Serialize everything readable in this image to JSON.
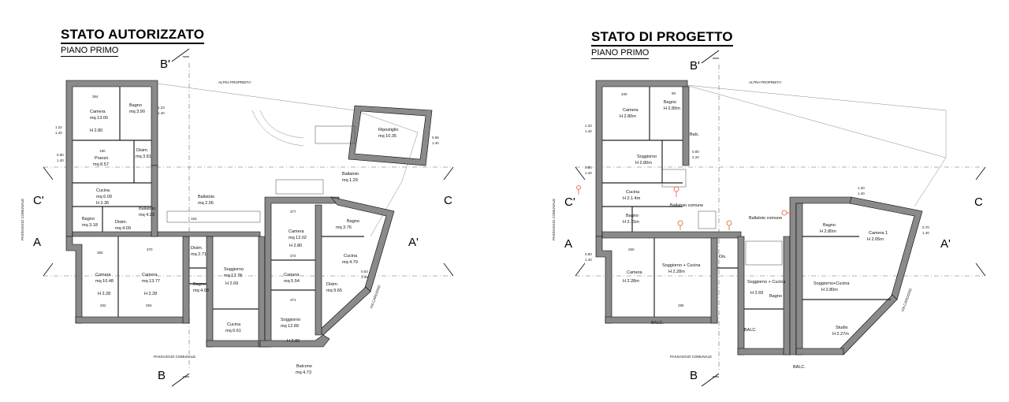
{
  "left": {
    "title": "STATO AUTORIZZATO",
    "subtitle": "PIANO PRIMO",
    "top_label": "ALTRA PROPRIETA'",
    "bottom_label": "PASSAGGIO COMUNALE",
    "left_side_label": "PASSAGGIO COMUNALE",
    "right_side_label": "VIA CAROGNO",
    "sections": {
      "B_top": "B'",
      "B_bottom": "B",
      "C_left": "C'",
      "C_right": "C",
      "A_left": "A",
      "A_right": "A'"
    },
    "rooms": [
      {
        "name": "Camera",
        "area": "mq 13.00",
        "height": "H 2.80"
      },
      {
        "name": "Bagno",
        "area": "mq 3.90",
        "height": ""
      },
      {
        "name": "Disim.",
        "area": "mq 3.81",
        "height": ""
      },
      {
        "name": "Pranzo",
        "area": "mq 8.57",
        "height": ""
      },
      {
        "name": "Ripostiglio",
        "area": "mq 10.35",
        "height": ""
      },
      {
        "name": "Cucina",
        "area": "mq 6.09",
        "height": "H 2.36"
      },
      {
        "name": "Bagno",
        "area": "mq 3.18",
        "height": ""
      },
      {
        "name": "Disim.",
        "area": "mq 4.09",
        "height": ""
      },
      {
        "name": "Ballatoio",
        "area": "mq 4.23",
        "height": ""
      },
      {
        "name": "Ballatoio",
        "area": "mq 2.05",
        "height": ""
      },
      {
        "name": "Ballatoio",
        "area": "mq 1.29",
        "height": ""
      },
      {
        "name": "Camera",
        "area": "mq 10.48",
        "height": "H 2.28"
      },
      {
        "name": "Camera",
        "area": "mq 13.77",
        "height": "H 2.28"
      },
      {
        "name": "Disim.",
        "area": "mq 2.71",
        "height": ""
      },
      {
        "name": "Bagno",
        "area": "mq 4.03",
        "height": ""
      },
      {
        "name": "Soggiorno",
        "area": "mq 13.78",
        "height": "H 2.69"
      },
      {
        "name": "Camera",
        "area": "mq 12.02",
        "height": "H 2.80"
      },
      {
        "name": "Camera",
        "area": "mq 5.54",
        "height": ""
      },
      {
        "name": "Disim.",
        "area": "mq 9.65",
        "height": ""
      },
      {
        "name": "Bagno",
        "area": "mq 3.76",
        "height": ""
      },
      {
        "name": "Cucina",
        "area": "mq 4.79",
        "height": ""
      },
      {
        "name": "Cucina",
        "area": "mq 6.61",
        "height": ""
      },
      {
        "name": "Soggiorno",
        "area": "mq 12.89",
        "height": "H 2.80"
      },
      {
        "name": "Balcone",
        "area": "mq 4.73",
        "height": ""
      }
    ],
    "dims": [
      "384",
      "180",
      "1.22",
      "1.40",
      "0.80",
      "1.40",
      "1.23",
      "1.40",
      "350",
      "370",
      "252",
      "294",
      "154",
      "377",
      "372",
      "371",
      "0.63",
      "1.40",
      "0.65",
      "1.40"
    ]
  },
  "right": {
    "title": "STATO DI PROGETTO",
    "subtitle": "PIANO PRIMO",
    "top_label": "ALTRA PROPRIETA'",
    "bottom_label": "PASSAGGIO COMUNALE",
    "left_side_label": "PASSAGGIO COMUNALE",
    "right_side_label": "VIA CAROGNO",
    "sections": {
      "B_top": "B'",
      "B_bottom": "B",
      "C_left": "C'",
      "C_right": "C",
      "A_left": "A",
      "A_right": "A'"
    },
    "rooms": [
      {
        "name": "Camera",
        "area": "",
        "height": "H 2.80m"
      },
      {
        "name": "Bagno",
        "area": "",
        "height": "H 2.80m"
      },
      {
        "name": "Balc.",
        "area": "",
        "height": ""
      },
      {
        "name": "Soggiorno",
        "area": "",
        "height": "H 2.80m"
      },
      {
        "name": "Cucina",
        "area": "",
        "height": "H 2.1.4m"
      },
      {
        "name": "Bagno",
        "area": "",
        "height": "H 2.15m"
      },
      {
        "name": "Ballatoio comune",
        "area": "",
        "height": ""
      },
      {
        "name": "Ballatoio comune",
        "area": "",
        "height": ""
      },
      {
        "name": "Bagno",
        "area": "",
        "height": "H 2.80m"
      },
      {
        "name": "Camera 1",
        "area": "",
        "height": "H 2.65m"
      },
      {
        "name": "Camera",
        "area": "",
        "height": "H 2.28m"
      },
      {
        "name": "Soggiorno + Cucina",
        "area": "",
        "height": "H 2.28m"
      },
      {
        "name": "Dis.",
        "area": "",
        "height": ""
      },
      {
        "name": "Soggiorno + Cucina",
        "area": "",
        "height": "H 2.69"
      },
      {
        "name": "Soggiorno+Cucina",
        "area": "",
        "height": "H 2.80m"
      },
      {
        "name": "Bagno",
        "area": "",
        "height": ""
      },
      {
        "name": "Studio",
        "area": "",
        "height": "H 2.27m"
      },
      {
        "name": "BALC.",
        "area": "",
        "height": ""
      },
      {
        "name": "BALC.",
        "area": "",
        "height": ""
      },
      {
        "name": "BALC.",
        "area": "",
        "height": ""
      }
    ],
    "dims": [
      "349",
      "90",
      "1.20",
      "1.40",
      "0.80",
      "1.40",
      "0.80",
      "2.20",
      "250",
      "295",
      "0.70",
      "1.40",
      "0.80",
      "1.40",
      "1.20",
      "1.40"
    ]
  },
  "colors": {
    "wall": "#888888",
    "wall_outline": "#000000",
    "line": "#333333",
    "axis": "#555555",
    "fire_symbol": "#e8572a"
  }
}
